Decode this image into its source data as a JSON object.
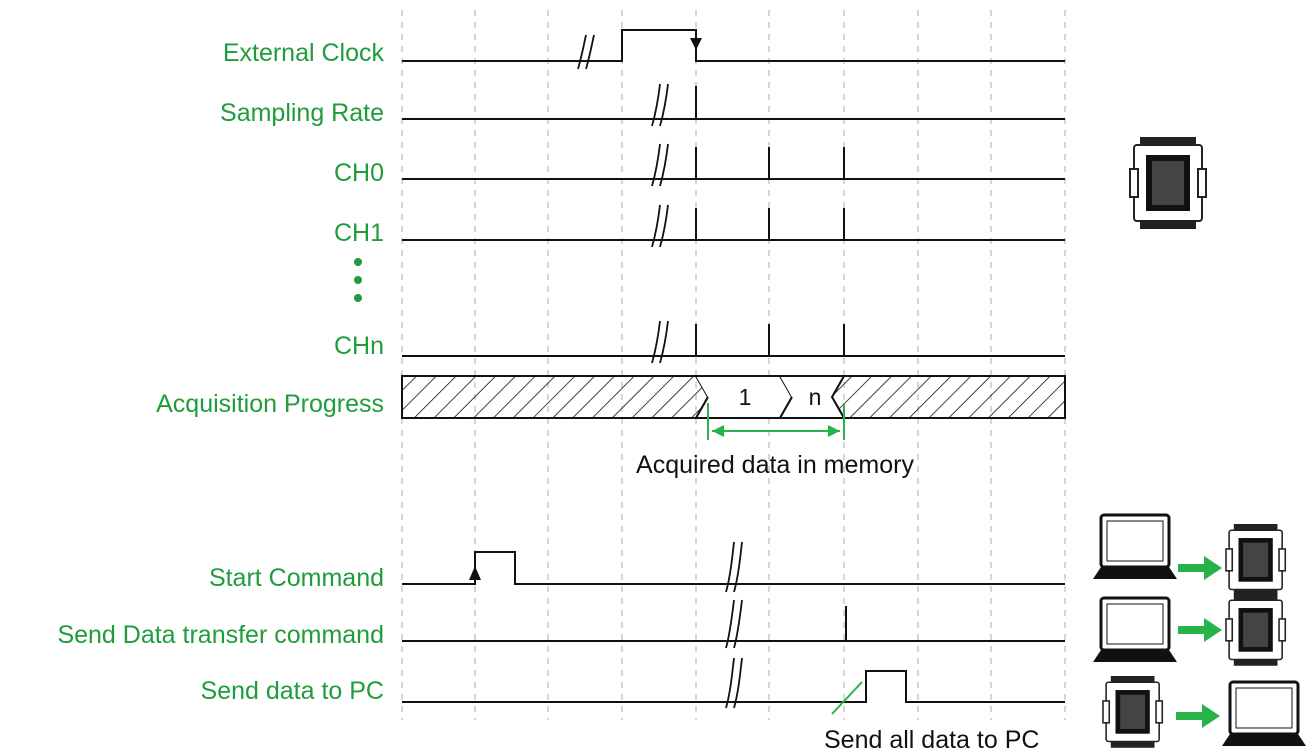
{
  "colors": {
    "label": "#1f9c3b",
    "line": "#111111",
    "grid": "#c8c8c8",
    "arrow": "#27b24a"
  },
  "signals": {
    "external_clock": "External Clock",
    "sampling_rate": "Sampling Rate",
    "ch0": "CH0",
    "ch1": "CH1",
    "chn": "CHn",
    "acquisition_progress": "Acquisition Progress",
    "start_command": "Start Command",
    "send_data_transfer_command": "Send Data transfer command",
    "send_data_to_pc": "Send data to PC"
  },
  "segments": {
    "first": "1",
    "last": "n"
  },
  "annotations": {
    "acquired": "Acquired data in memory",
    "send_all": "Send all data to PC"
  },
  "icons": {
    "device": "daq-module-icon",
    "laptop": "laptop-icon",
    "arrow": "right-arrow-icon"
  }
}
